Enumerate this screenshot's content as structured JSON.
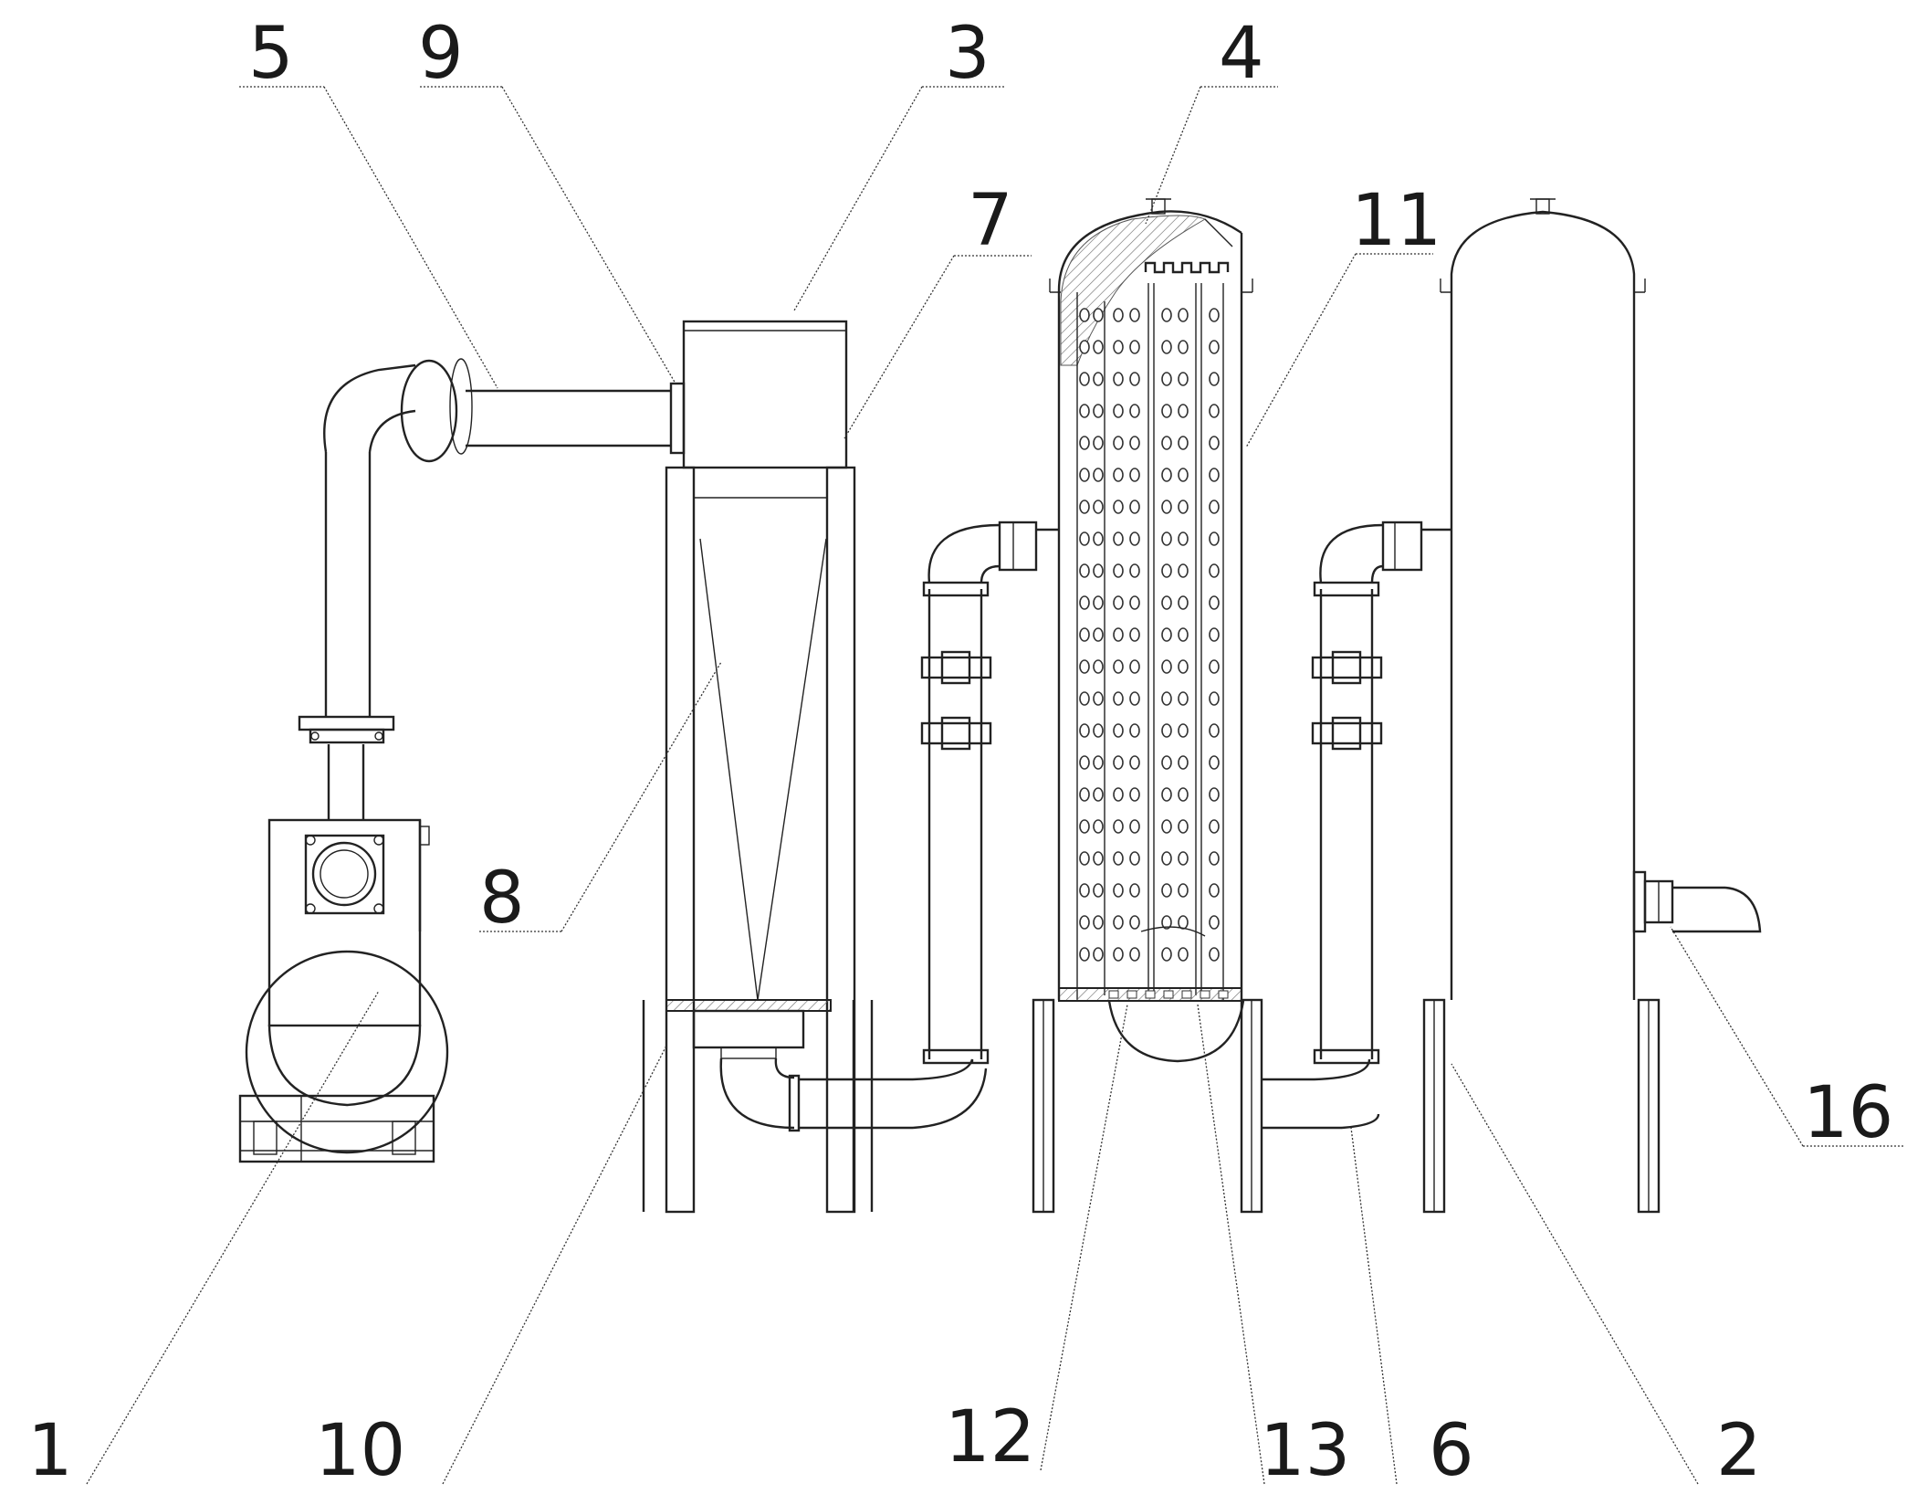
{
  "labels": {
    "l5": "5",
    "l9": "9",
    "l3": "3",
    "l4": "4",
    "l7": "7",
    "l11": "11",
    "l8": "8",
    "l16": "16",
    "l1": "1",
    "l10": "10",
    "l12": "12",
    "l13": "13",
    "l6": "6",
    "l2": "2"
  }
}
